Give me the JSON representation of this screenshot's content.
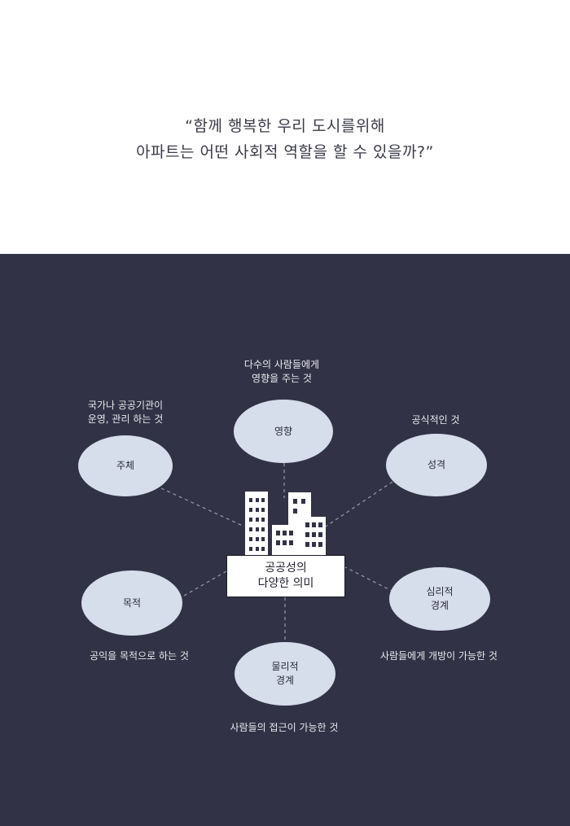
{
  "header": {
    "quote_line1": "“함께 행복한 우리 도시를위해",
    "quote_line2": "아파트는 어떤 사회적 역할을 할 수 있을까?”"
  },
  "diagram": {
    "center_label": "공공성의\n다양한 의미",
    "nodes": [
      {
        "label": "영향",
        "caption": "다수의 사람들에게\n영향을 주는 것"
      },
      {
        "label": "주체",
        "caption": "국가나 공공기관이\n운영, 관리 하는 것"
      },
      {
        "label": "성격",
        "caption": "공식적인 것"
      },
      {
        "label": "목적",
        "caption": "공익을 목적으로 하는 것"
      },
      {
        "label": "심리적\n경계",
        "caption": "사람들에게 개방이 가능한 것"
      },
      {
        "label": "물리적\n경계",
        "caption": "사람들의 접근이 가능한 것"
      }
    ]
  },
  "colors": {
    "background_top": "#ffffff",
    "background_panel": "#323246",
    "node_fill": "#d6ddeb",
    "connector": "#9a9aae",
    "caption_text": "#e9e9ef"
  },
  "icons": {
    "center": "buildings-icon"
  }
}
